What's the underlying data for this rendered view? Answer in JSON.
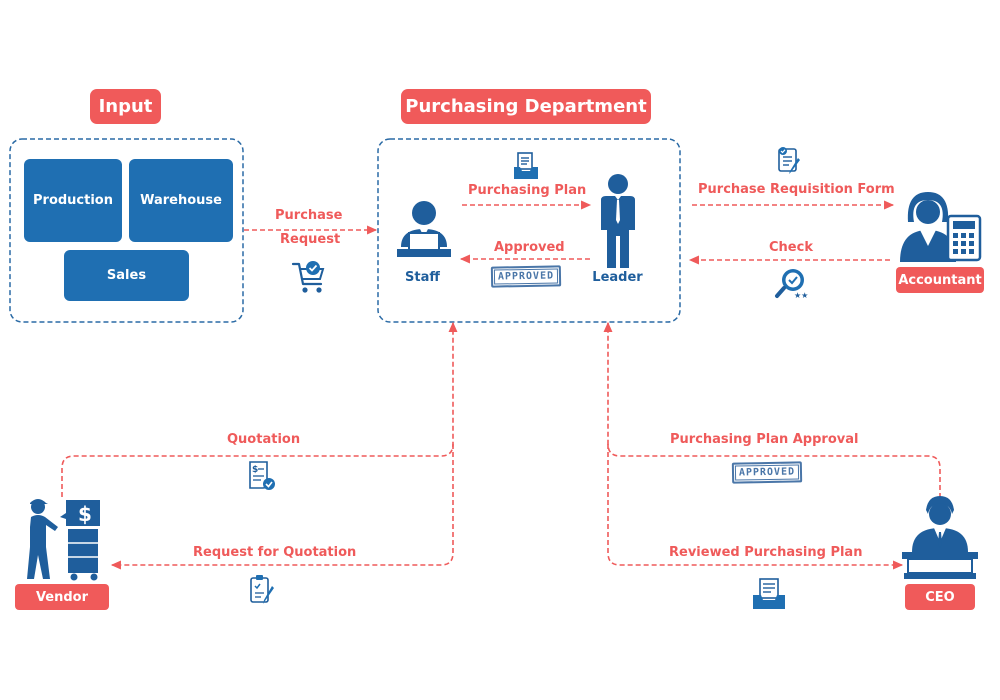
{
  "headers": {
    "input": "Input",
    "purchasing": "Purchasing Department"
  },
  "input_boxes": {
    "production": "Production",
    "warehouse": "Warehouse",
    "sales": "Sales"
  },
  "roles": {
    "staff": "Staff",
    "leader": "Leader",
    "accountant": "Accountant",
    "vendor": "Vendor",
    "ceo": "CEO"
  },
  "flows": {
    "purchase_request_line1": "Purchase",
    "purchase_request_line2": "Request",
    "purchasing_plan": "Purchasing Plan",
    "approved": "Approved",
    "purchase_requisition_form": "Purchase Requisition Form",
    "check": "Check",
    "quotation": "Quotation",
    "request_for_quotation": "Request for Quotation",
    "purchasing_plan_approval": "Purchasing Plan Approval",
    "reviewed_purchasing_plan": "Reviewed Purchasing Plan"
  },
  "stamps": {
    "approved_1": "APPROVED",
    "approved_2": "APPROVED"
  },
  "icons": [
    "cart-check-icon",
    "document-tray-icon",
    "clipboard-check-icon",
    "magnifier-badge-icon",
    "invoice-check-icon",
    "clipboard-pen-icon",
    "document-tray-icon",
    "staff-at-desk-icon",
    "leader-figure-icon",
    "accountant-calculator-icon",
    "vendor-cart-dollar-icon",
    "ceo-at-podium-icon"
  ],
  "colors": {
    "accent_red": "#f05a5a",
    "primary_blue": "#1f6fb2",
    "dark_blue": "#1f5e9c"
  }
}
